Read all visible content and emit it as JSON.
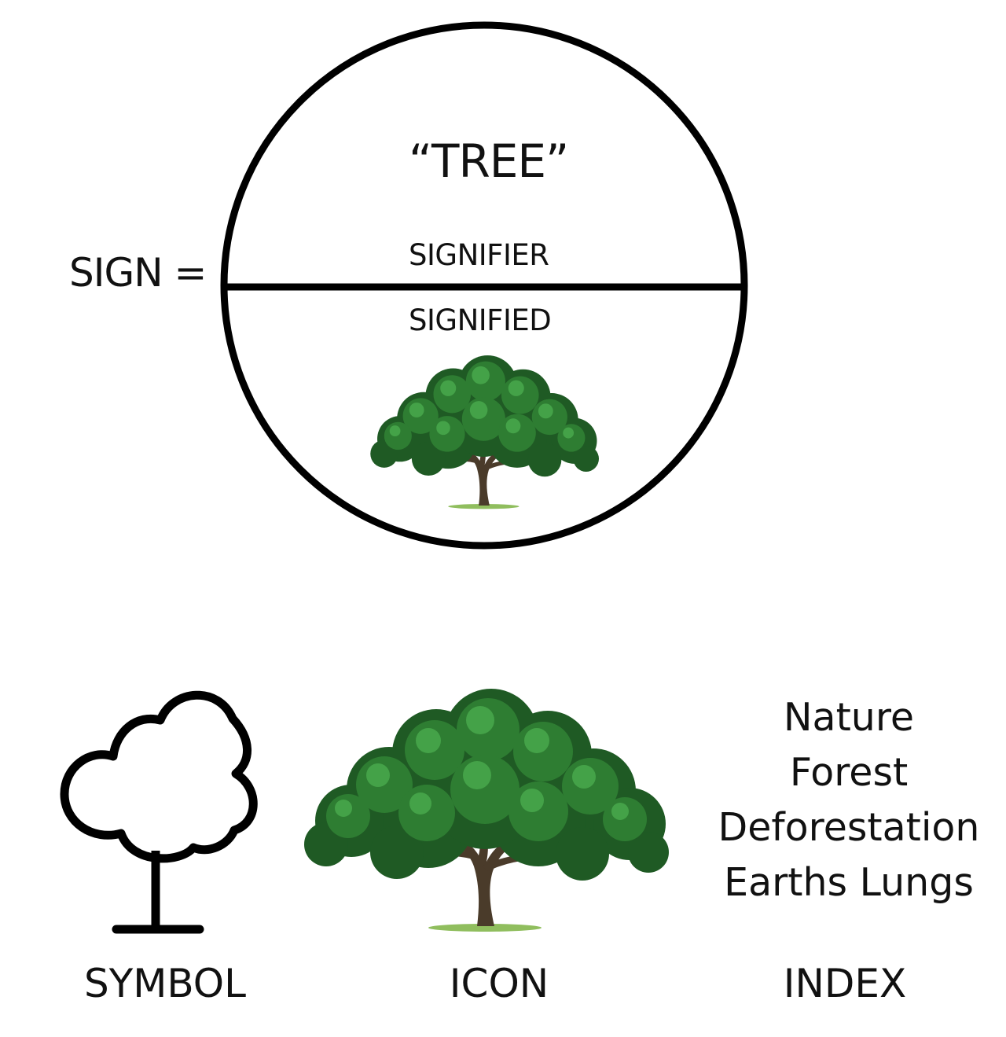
{
  "sign_label": "SIGN =",
  "signifier": {
    "word": "“TREE”",
    "label": "SIGNIFIER"
  },
  "signified": {
    "label": "SIGNIFIED",
    "image": "tree-photo"
  },
  "index_words": [
    "Nature",
    "Forest",
    "Deforestation",
    "Earths Lungs"
  ],
  "captions": {
    "symbol": "SYMBOL",
    "icon": "ICON",
    "index": "INDEX"
  },
  "colors": {
    "line": "#000000",
    "foliage_dark": "#1f5a24",
    "foliage_mid": "#2e7d32",
    "foliage_light": "#4caf50",
    "trunk": "#4a3b2a",
    "grass": "#7cb342"
  }
}
